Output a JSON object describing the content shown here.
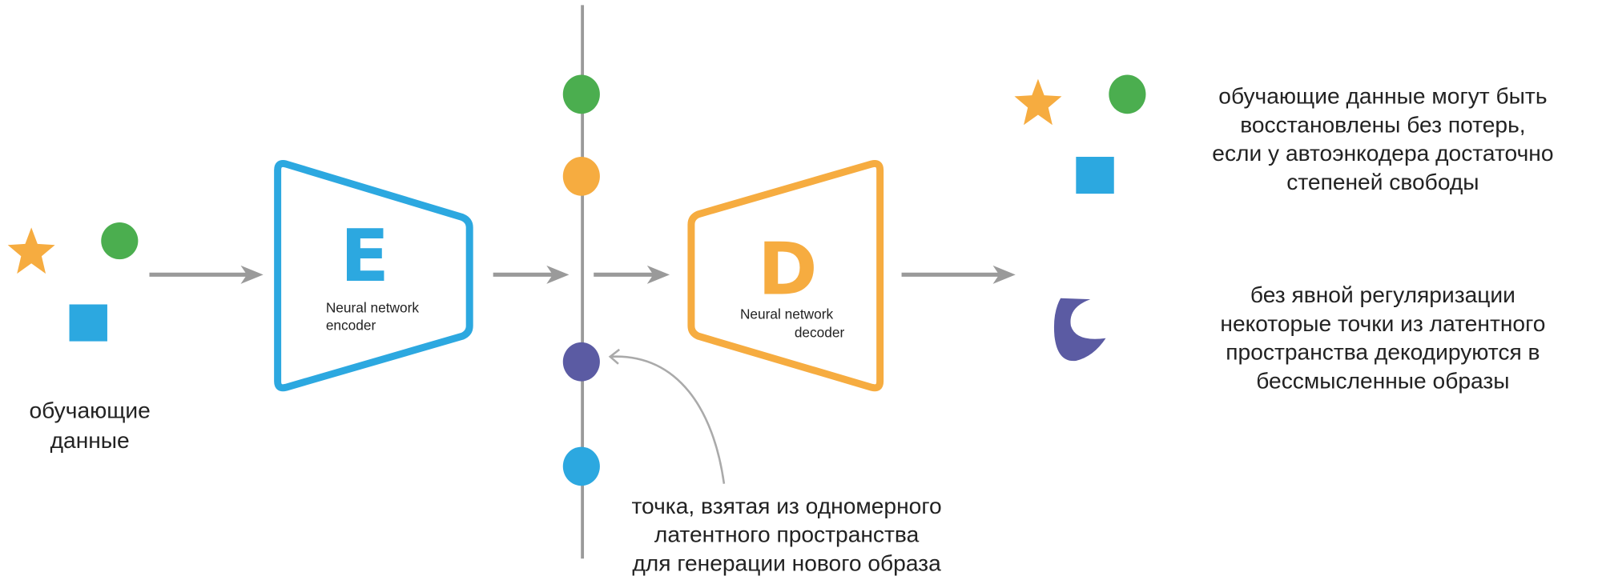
{
  "colors": {
    "blue": "#2CA8E0",
    "orange": "#F6AC40",
    "green": "#4BAE4F",
    "purple": "#5B5BA3",
    "gray": "#9A9A9A"
  },
  "input": {
    "label_lines": [
      "обучающие",
      "данные"
    ]
  },
  "encoder": {
    "letter": "E",
    "label_lines": [
      "Neural network",
      "encoder"
    ]
  },
  "decoder": {
    "letter": "D",
    "label_lines": [
      "Neural network",
      "decoder"
    ]
  },
  "latent": {
    "caption_lines": [
      "точка, взятая из одномерного",
      "латентного пространства",
      "для генерации нового образа"
    ]
  },
  "output": {
    "good_caption_lines": [
      "обучающие данные могут быть",
      "восстановлены без потерь,",
      "если у автоэнкодера достаточно",
      "степеней свободы"
    ],
    "bad_caption_lines": [
      "без явной регуляризации",
      "некоторые точки из латентного",
      "пространства декодируются в",
      "бессмысленные образы"
    ]
  }
}
